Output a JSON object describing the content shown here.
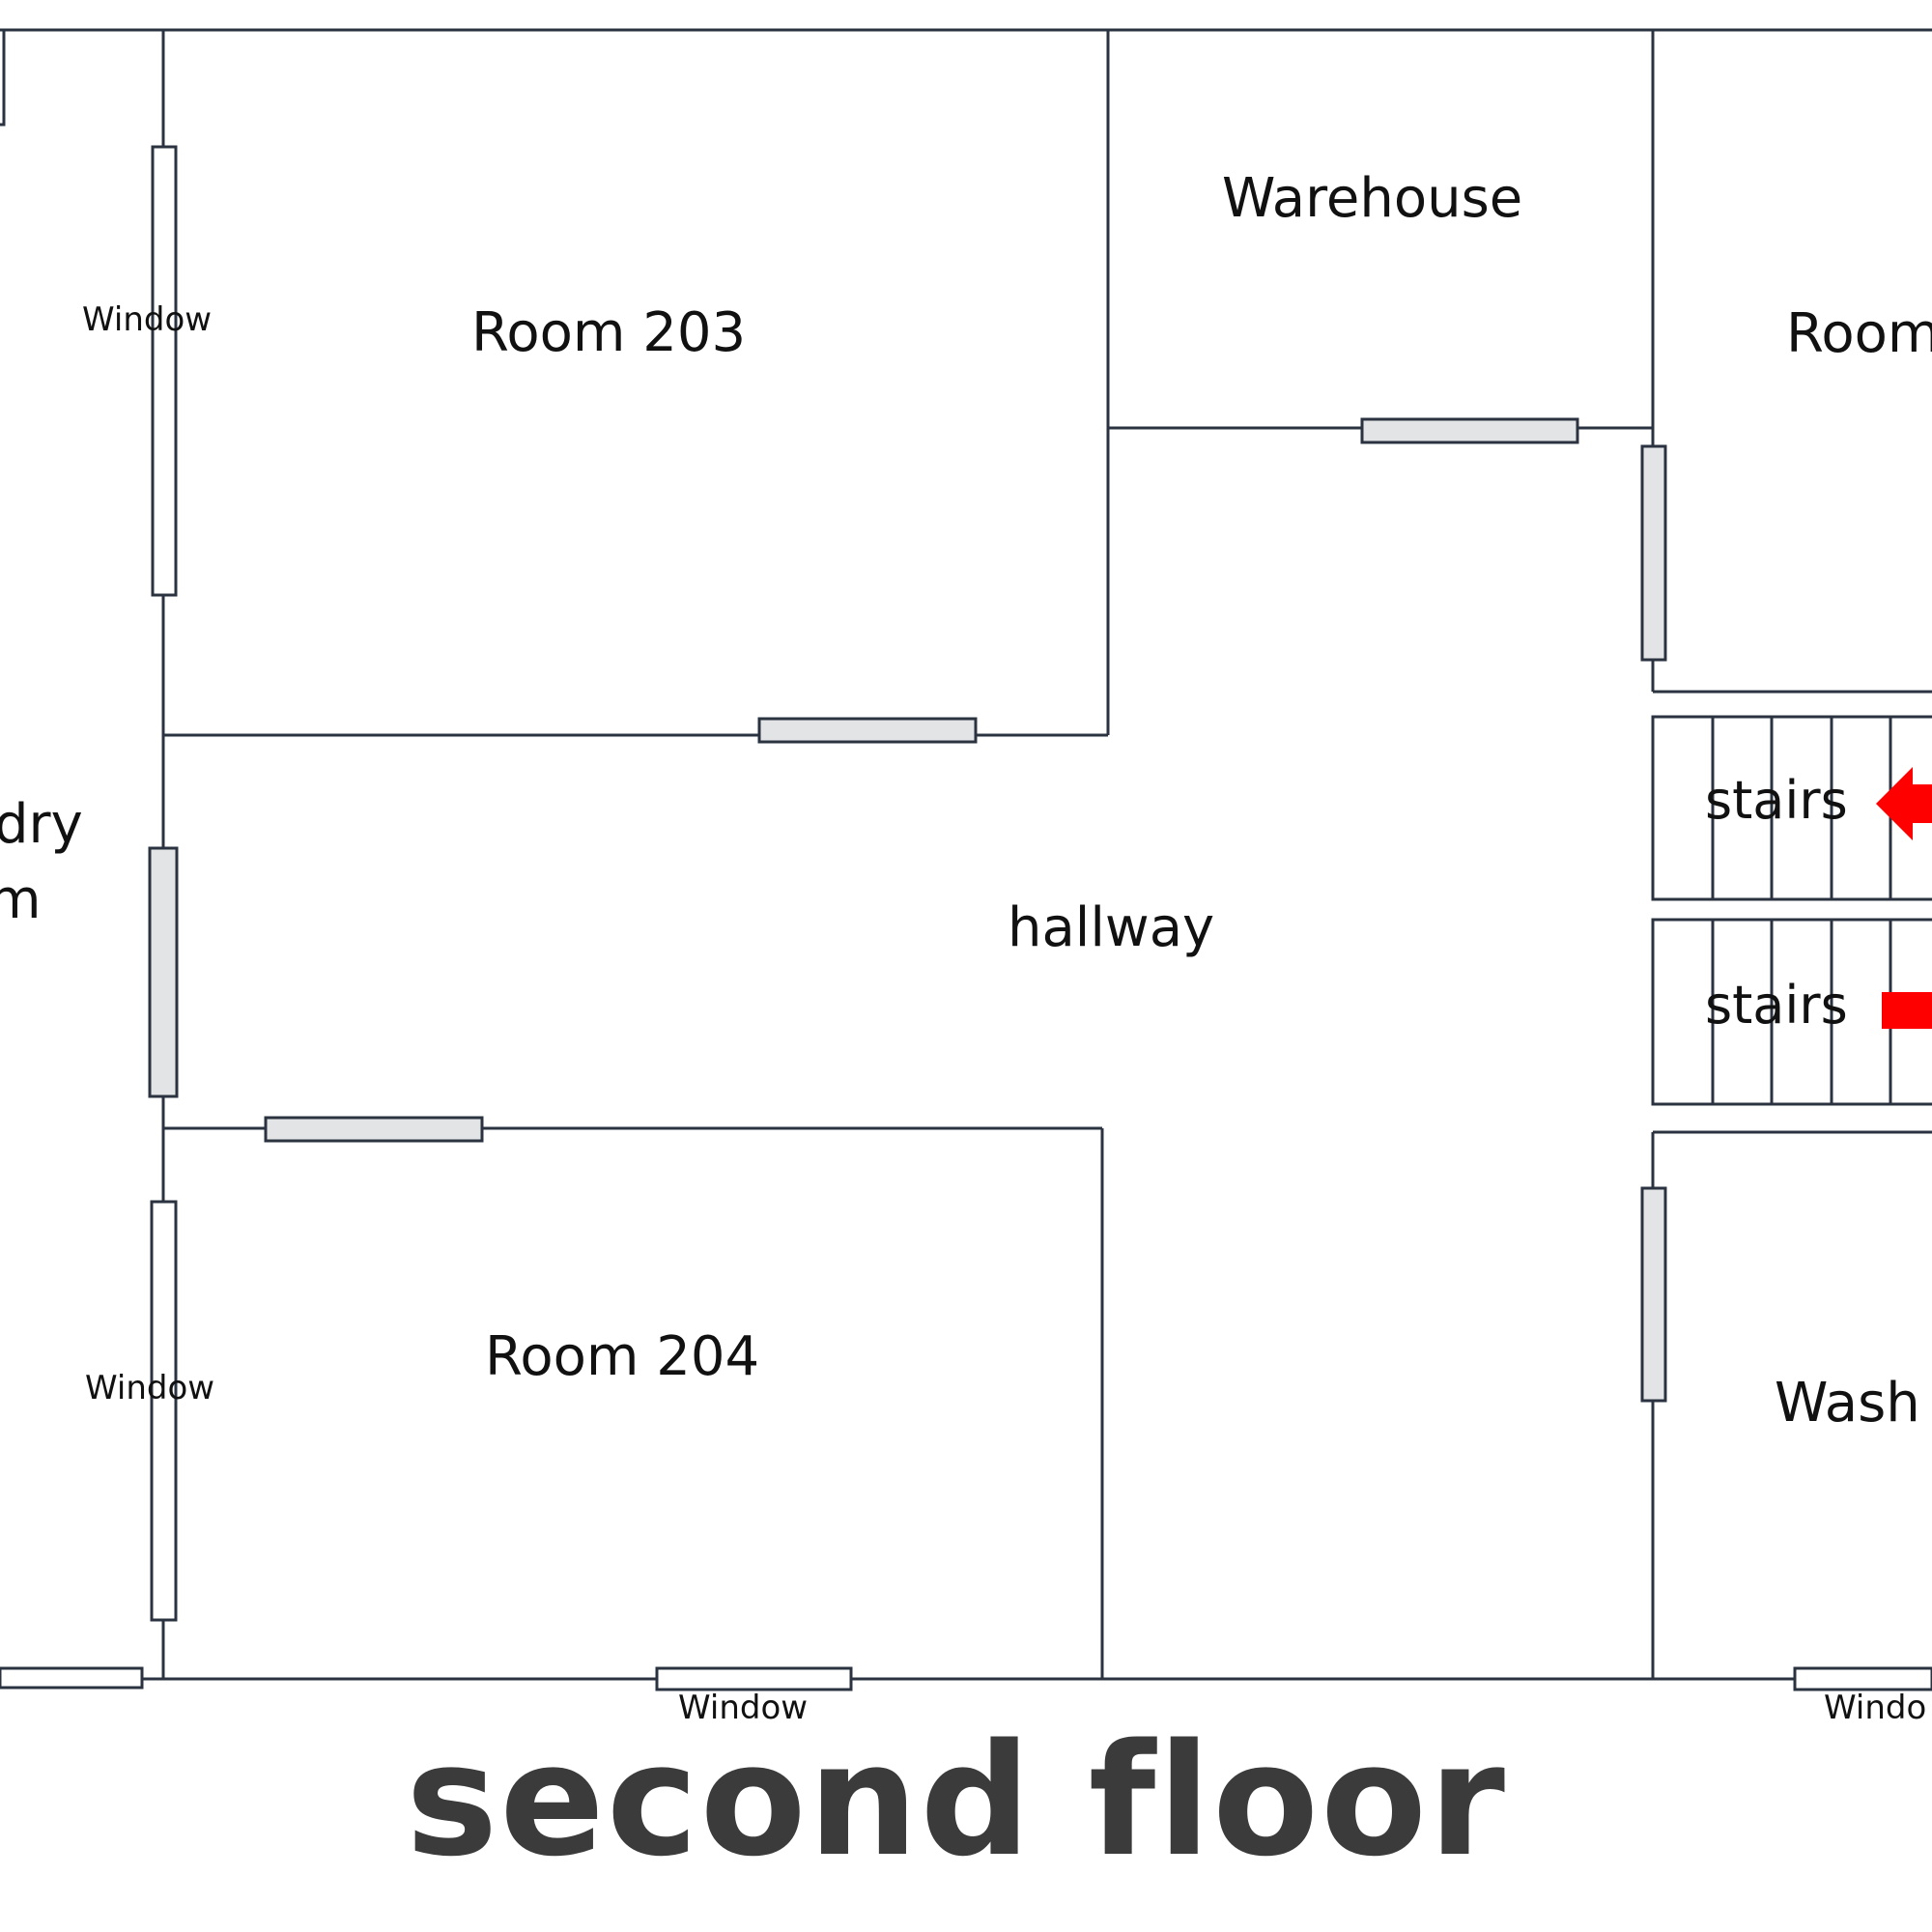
{
  "plan": {
    "title": "second floor",
    "rooms": {
      "laundry": "dry\nm",
      "laundry_line1": "dry",
      "laundry_line2": "m",
      "room203": "Room 203",
      "warehouse": "Warehouse",
      "room_right": "Room",
      "hallway": "hallway",
      "room204": "Room 204",
      "washroom": "Wash"
    },
    "stairs": [
      {
        "label": "stairs",
        "arrow": "left"
      },
      {
        "label": "stairs",
        "arrow": "right"
      }
    ],
    "window_label": "Window",
    "window_label_partial": "Windo",
    "colors": {
      "wall": "#2b3340",
      "door_fill": "#e3e4e6",
      "arrow": "#ff0000",
      "title": "#3b3b3b"
    }
  }
}
